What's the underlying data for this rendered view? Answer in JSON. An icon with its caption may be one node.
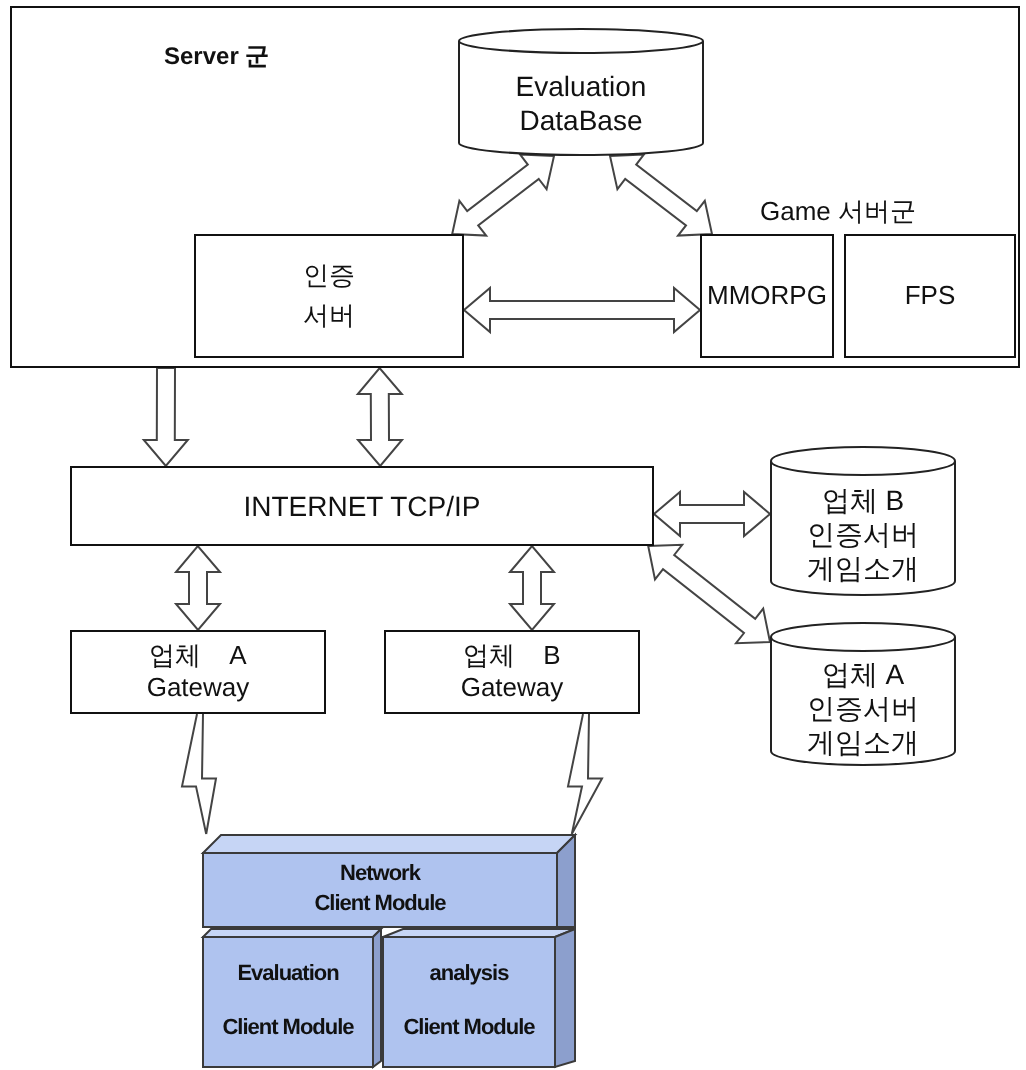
{
  "diagram": {
    "nodes": [
      {
        "text": [
          "Server 군"
        ]
      },
      {
        "text": [
          "Evaluation DataBase"
        ],
        "in": 0
      },
      {
        "text": [
          "인증 서버"
        ],
        "in": 0
      },
      {
        "text": [
          "MMORPG"
        ],
        "in": 0
      },
      {
        "text": [
          "FPS"
        ],
        "in": 0
      },
      {
        "text": [
          "INTERNET TCP/IP"
        ]
      },
      {
        "text": [
          "업체 B 인증서버 게임소개"
        ]
      },
      {
        "text": [
          "업체 A Gateway"
        ]
      },
      {
        "text": [
          "업체 B Gateway"
        ]
      },
      {
        "text": [
          "업체 A 인증서버 게임소개"
        ]
      },
      {
        "text": [
          "Network Client Module"
        ]
      },
      {
        "text": [
          "Evaluation Client Module"
        ]
      },
      {
        "text": [
          "analysis Client Module"
        ]
      }
    ],
    "edges": [
      {
        "from": 1,
        "to": 2,
        "arrow": "both"
      },
      {
        "from": 1,
        "to": 3,
        "arrow": "both"
      },
      {
        "from": 2,
        "to": 3,
        "arrow": "both"
      },
      {
        "from": 0,
        "to": 5,
        "arrow": "to"
      },
      {
        "from": 0,
        "to": 5,
        "arrow": "both"
      },
      {
        "from": 5,
        "to": 6,
        "arrow": "both"
      },
      {
        "from": 5,
        "to": 9,
        "arrow": "both"
      },
      {
        "from": 5,
        "to": 7,
        "arrow": "both"
      },
      {
        "from": 5,
        "to": 8,
        "arrow": "both"
      },
      {
        "from": 7,
        "to": 10,
        "arrow": "none"
      },
      {
        "from": 8,
        "to": 10,
        "arrow": "none"
      }
    ],
    "labels": [
      "Game 서버군"
    ]
  }
}
